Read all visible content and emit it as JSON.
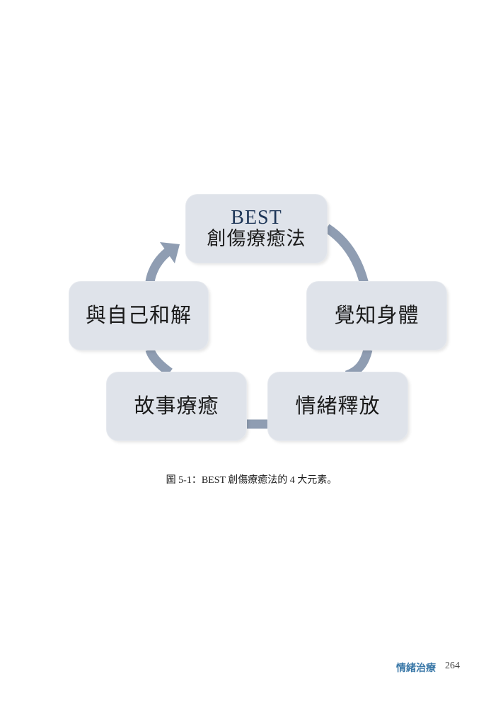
{
  "diagram": {
    "type": "cycle",
    "nodes": [
      {
        "id": "best",
        "sub": "BEST",
        "label": "創傷療癒法"
      },
      {
        "id": "awareness",
        "label": "覺知身體"
      },
      {
        "id": "release",
        "label": "情緒釋放"
      },
      {
        "id": "story",
        "label": "故事療癒"
      },
      {
        "id": "reconcile",
        "label": "與自己和解"
      }
    ],
    "arrow_color": "#8f9db2",
    "node_color": "#dfe3ea"
  },
  "caption": "圖 5-1：BEST 創傷療癒法的 4 大元素。",
  "footer": {
    "title": "情緒治療",
    "page_number": "264"
  }
}
